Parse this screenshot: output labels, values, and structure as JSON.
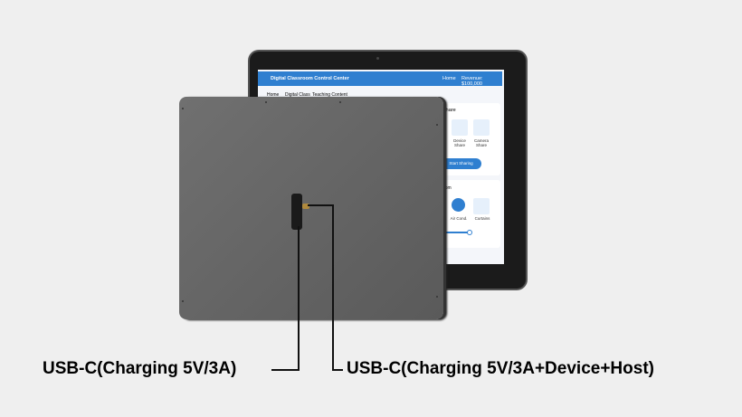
{
  "screen": {
    "title": "Digital Classroom Control Center",
    "nav_home": "Home",
    "revenue": "Revenue: $100,000",
    "tabs": [
      "Home",
      "Digital Class",
      "Teaching Content"
    ],
    "share_title": "Share",
    "share_items": [
      "Device Share",
      "Camera Share"
    ],
    "start_button": "Start Sharing",
    "env_title": "oom",
    "env_items": [
      "Air Cond.",
      "Curtains"
    ],
    "accent": "#2f7fd0"
  },
  "labels": {
    "left": "USB-C(Charging 5V/3A)",
    "right": "USB-C(Charging 5V/3A+Device+Host)"
  }
}
